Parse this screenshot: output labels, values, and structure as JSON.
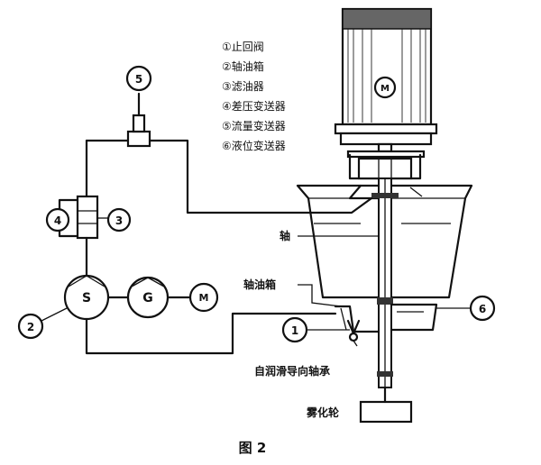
{
  "legend": [
    "①止回阀",
    "②轴油箱",
    "③滤油器",
    "④差压变送器",
    "⑤流量变送器",
    "⑥液位变送器"
  ],
  "callouts": {
    "n1": "1",
    "n2": "2",
    "n3": "3",
    "n4": "4",
    "n5": "5",
    "n6": "6"
  },
  "components": {
    "pump": "S",
    "gear": "G",
    "motor_small": "M",
    "motor_big": "M"
  },
  "labels": {
    "shaft": "轴",
    "oil_box": "轴油箱",
    "bearing": "自润滑导向轴承",
    "atomizer": "雾化轮"
  },
  "caption": "图 2"
}
